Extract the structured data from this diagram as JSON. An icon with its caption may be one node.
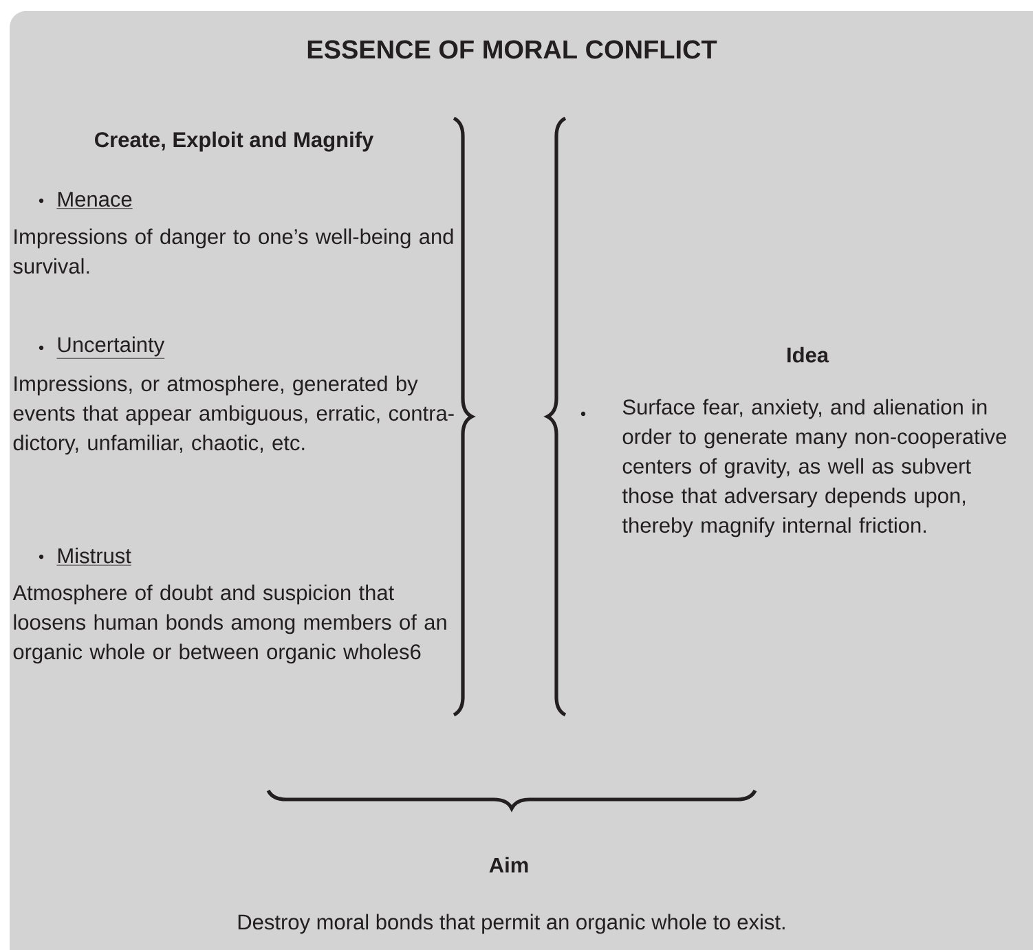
{
  "diagram": {
    "title": "ESSENCE OF MORAL CONFLICT",
    "labels": [
      "Create, Exploit and Magnify",
      "Menace",
      "Impressions of danger to one’s well-being and survival.",
      "Uncertainty",
      "Impressions, or atmosphere, generated by events that appear ambiguous, erratic, contra- dictory, unfamiliar, chaotic, etc.",
      "Mistrust",
      "Atmosphere of doubt and suspicion that loosens human bonds among members of an organic whole or between organic wholes6",
      "Idea",
      "Surface fear, anxiety, and alienation in order to generate many non-cooperative centers of gravity, as well as subvert those that adversary depends upon, thereby magnify internal friction.",
      "Aim",
      "Destroy moral bonds that permit an organic whole to exist."
    ]
  }
}
